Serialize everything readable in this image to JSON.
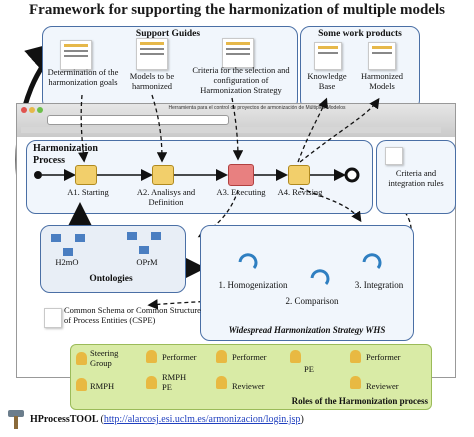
{
  "title": "Framework for supporting the harmonization of multiple models",
  "support_guides": {
    "heading": "Support Guides",
    "items": [
      "Determination of the harmonization goals",
      "Models to be harmonized",
      "Criteria for the selection and configuration of Harmonization Strategy"
    ]
  },
  "work_products": {
    "heading": "Some work products",
    "items": [
      "Knowledge Base",
      "Harmonized Models"
    ]
  },
  "process": {
    "heading_line1": "Harmonization",
    "heading_line2": "Process",
    "steps": [
      "A1. Starting",
      "A2. Analisys and Definition",
      "A3. Executing",
      "A4. Revising"
    ]
  },
  "criteria_rules": "Criteria and integration rules",
  "ontologies": {
    "heading": "Ontologies",
    "items": [
      "H2mO",
      "OPrM"
    ]
  },
  "whs": {
    "title": "Widespread Harmonization Strategy WHS",
    "steps": [
      "1. Homogenization",
      "2. Comparison",
      "3. Integration"
    ]
  },
  "cspe": "Common Schema or Common Structure of Process Entities (CSPE)",
  "roles": {
    "title": "Roles of the Harmonization process",
    "items": [
      "Steering Group",
      "RMPH",
      "Performer",
      "RMPH PE",
      "Performer",
      "Reviewer",
      "PE",
      "Performer",
      "Reviewer"
    ]
  },
  "tool": {
    "name": "HProcessTOOL",
    "open": "(",
    "url": "http://alarcosj.esi.uclm.es/armonizacion/login.jsp",
    "close": ")"
  },
  "browser_title": "Herramienta para el control de proyectos de armonización de Múltiples Modelos",
  "colors": {
    "box_border": "#4a6fa5",
    "box_fill": "#f1f6fc",
    "roles_fill": "#d9eba6",
    "roles_border": "#9bbb59",
    "arrow": "#111111",
    "cycle": "#2f7fc1"
  }
}
